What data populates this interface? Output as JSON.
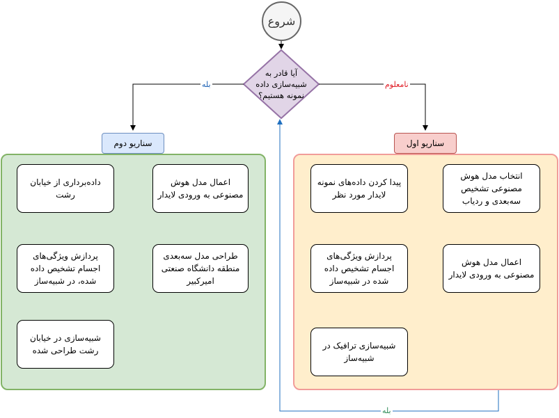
{
  "start": {
    "label": "شروع"
  },
  "decision": {
    "label": "آیا قادر به شبیه‌سازی داده نمونه هستیم؟"
  },
  "edges": {
    "yes_left": "بله",
    "unknown_right": "نامعلوم",
    "yes_bottom": "بله"
  },
  "scenario_two": {
    "title": "سناریو دوم",
    "steps": [
      "داده‌برداری از خیابان رشت",
      "اعمال مدل هوش مصنوعی به ورودی لایدار",
      "طراحی مدل سه‌بعدی منطقه دانشگاه صنعتی امیرکبیر",
      "پردازش ویژگی‌های اجسام تشخیص داده شده، در شبیه‌ساز",
      "شبیه‌سازی در خیابان رشت طراحی شده"
    ]
  },
  "scenario_one": {
    "title": "سناریو اول",
    "steps": [
      "پیدا کردن داده‌های نمونه لایدار مورد نظر",
      "انتخاب مدل هوش مصنوعی تشخیص سه‌بعدی و ردیاب",
      "اعمال مدل هوش مصنوعی به ورودی لایدار",
      "پردازش ویژگی‌های اجسام تشخیص داده شده در شبیه‌ساز",
      "شبیه‌سازی ترافیک در شبیه‌ساز"
    ]
  },
  "colors": {
    "green_fill": "#d5e8d4",
    "green_border": "#82b366",
    "orange_fill": "#ffeecc",
    "orange_border": "#f19c99",
    "blue_label": "#dae8fc",
    "red_label": "#f8cecc",
    "decision_fill": "#e1d5e7",
    "decision_border": "#9673a6",
    "yes_left_text": "#1a5fb4",
    "unknown_text": "#e01b24",
    "yes_bottom_text": "#2e8b57",
    "loop_line": "#1f6fbf"
  }
}
